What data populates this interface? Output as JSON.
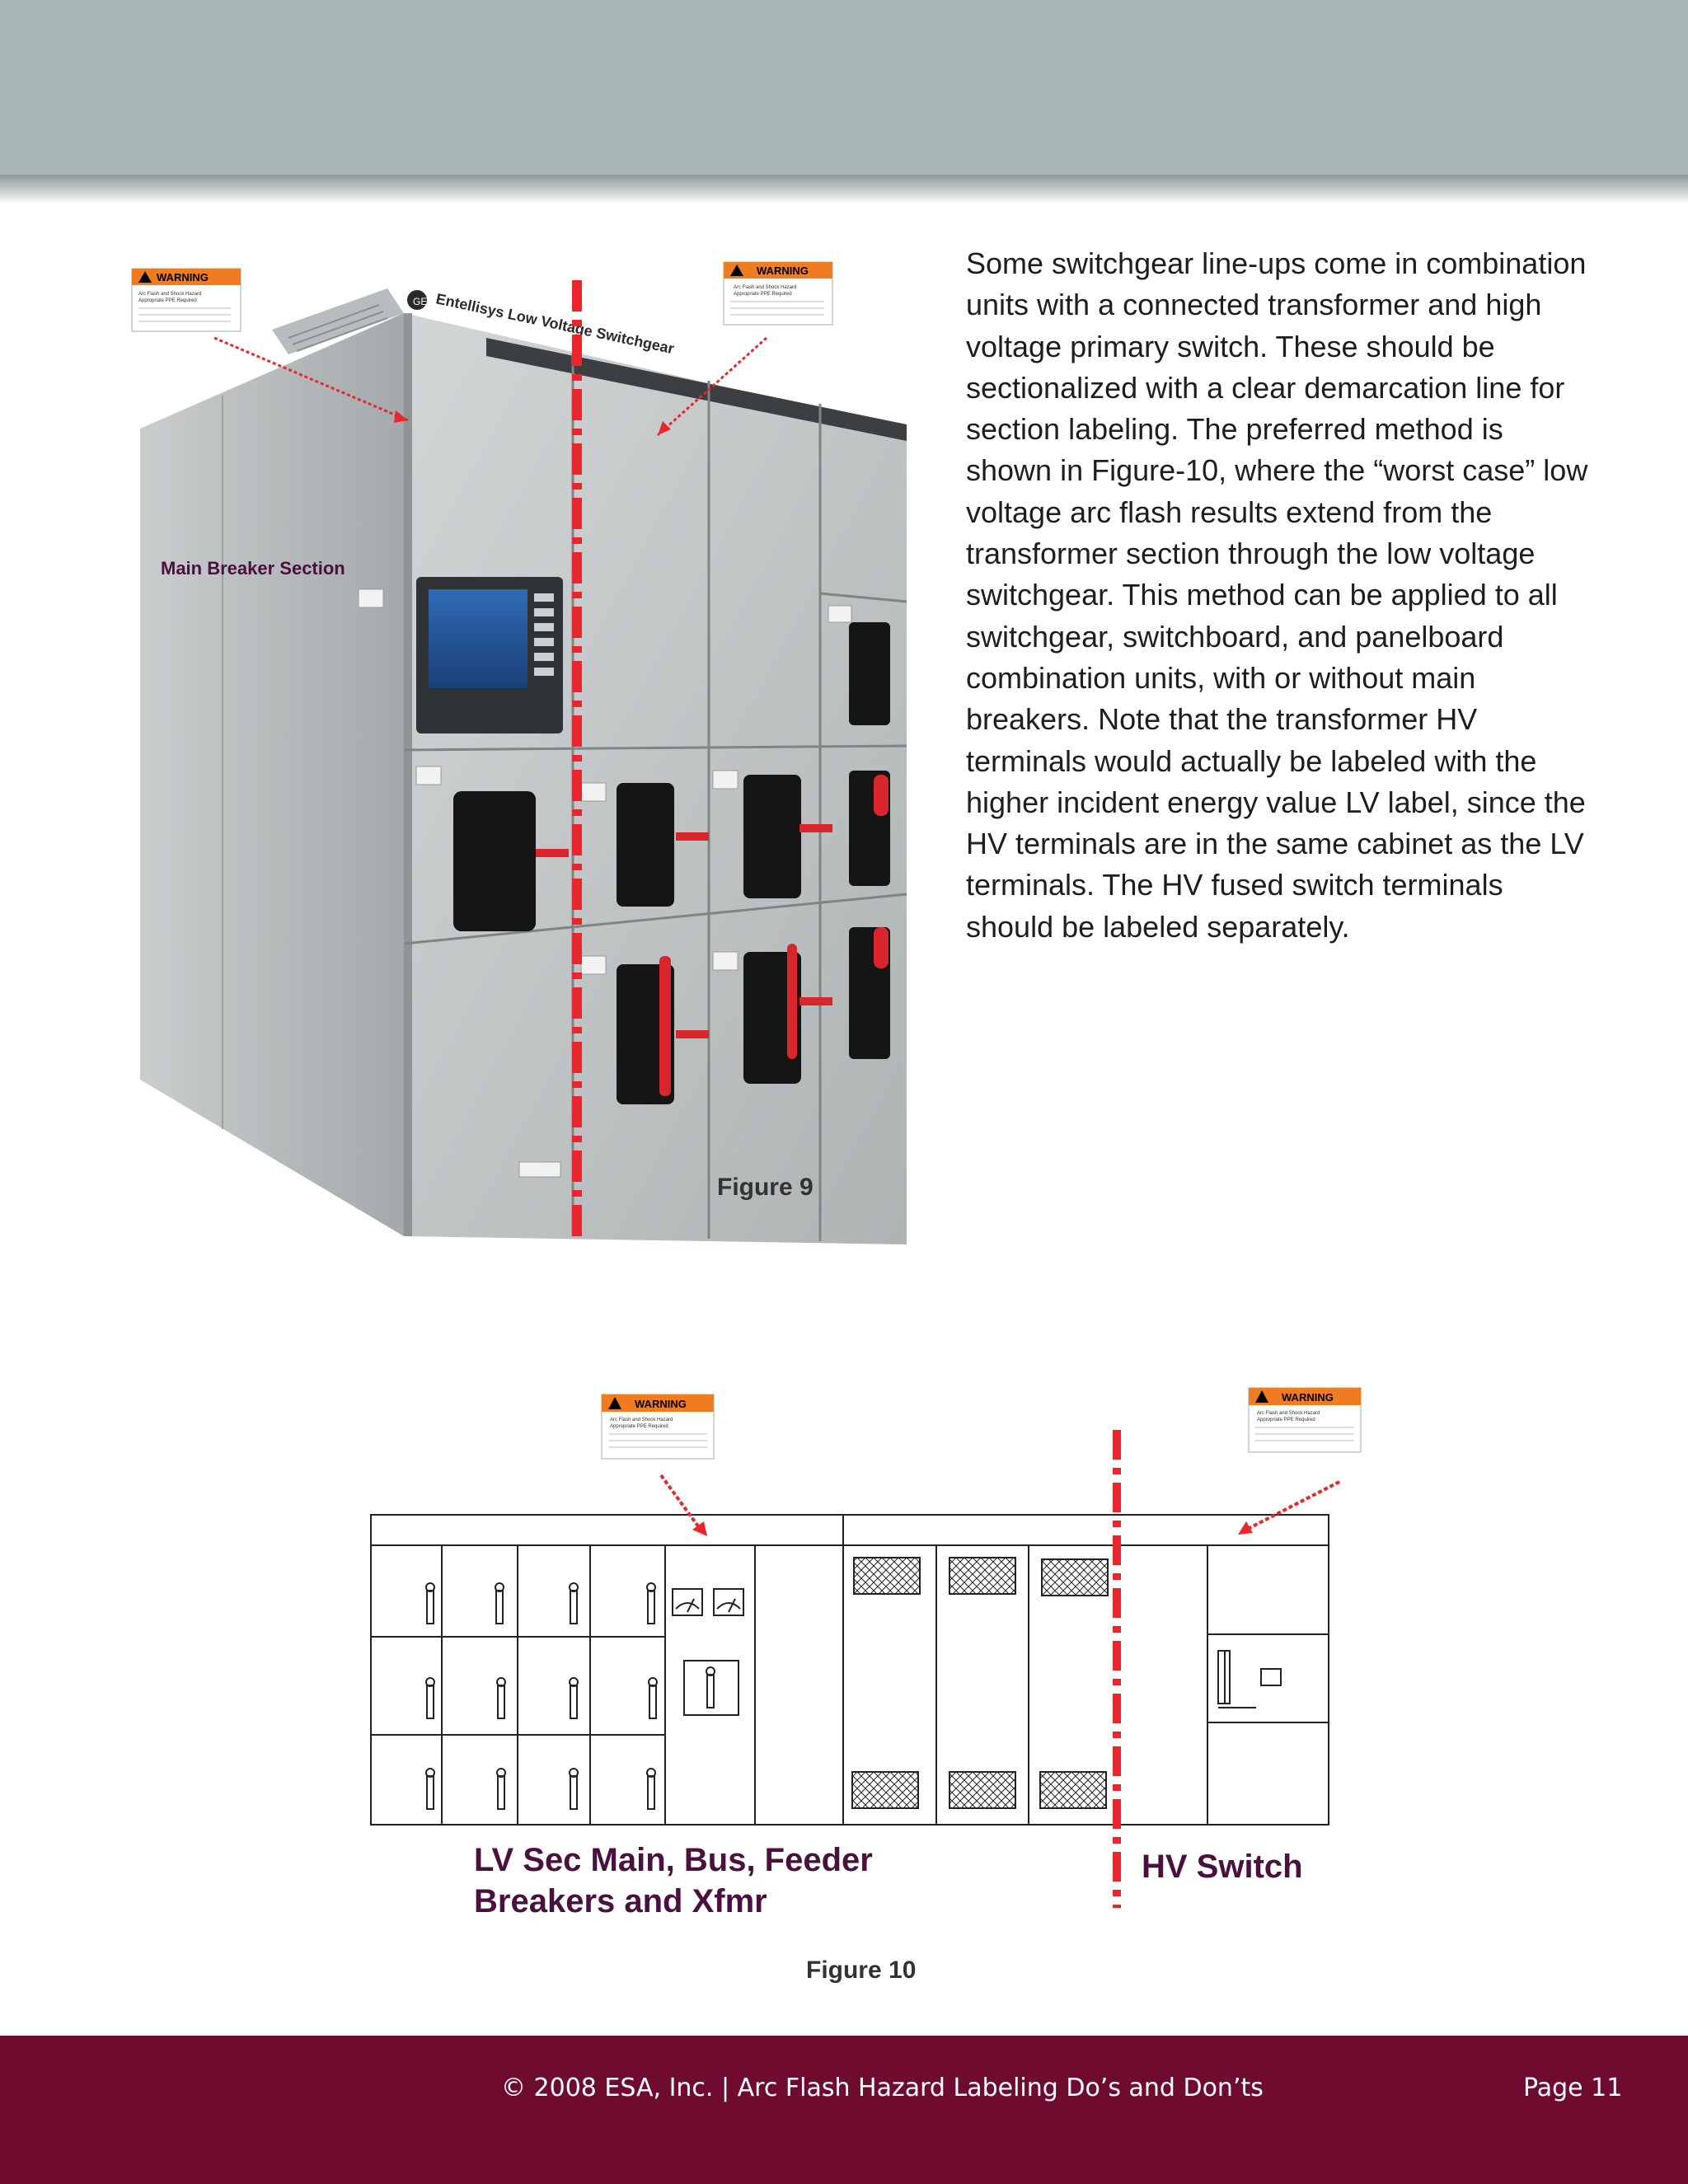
{
  "body_paragraph": "Some switchgear line-ups come in combination units with a connected transformer and high voltage primary switch. These should be sectionalized with a clear demarcation line for section labeling. The preferred method is shown in Figure-10, where the “worst case” low voltage arc flash results extend from the transformer section through the low voltage switchgear. This method can be applied to all switchgear, switchboard, and panelboard combination units, with or without main breakers. Note that the transformer HV terminals would actually be labeled with the higher incident energy value LV label, since the HV terminals are in the same cabinet as the LV terminals. The HV fused switch terminals should be labeled separately.",
  "figure9": {
    "caption": "Figure 9",
    "section_label": "Main Breaker Section",
    "product_label": "Entellisys Low Voltage Switchgear",
    "brand_mark": "GE",
    "warning_label": {
      "header": "WARNING",
      "line1": "Arc Flash and Shock Hazard",
      "line2": "Appropriate PPE Required"
    }
  },
  "figure10": {
    "caption": "Figure 10",
    "lv_label_line1": "LV Sec Main, Bus, Feeder",
    "lv_label_line2": "Breakers and Xfmr",
    "hv_label": "HV Switch",
    "warning_label": {
      "header": "WARNING",
      "line1": "Arc Flash and Shock Hazard",
      "line2": "Appropriate PPE Required"
    }
  },
  "footer": {
    "text": "© 2008 ESA, Inc. | Arc Flash Hazard Labeling Do’s and Don’ts",
    "page": "Page 11"
  },
  "colors": {
    "header_band": "#a8b5b6",
    "footer_band": "#6f0b2f",
    "demarcation_line": "#e8262c",
    "label_purple": "#4a1040"
  }
}
